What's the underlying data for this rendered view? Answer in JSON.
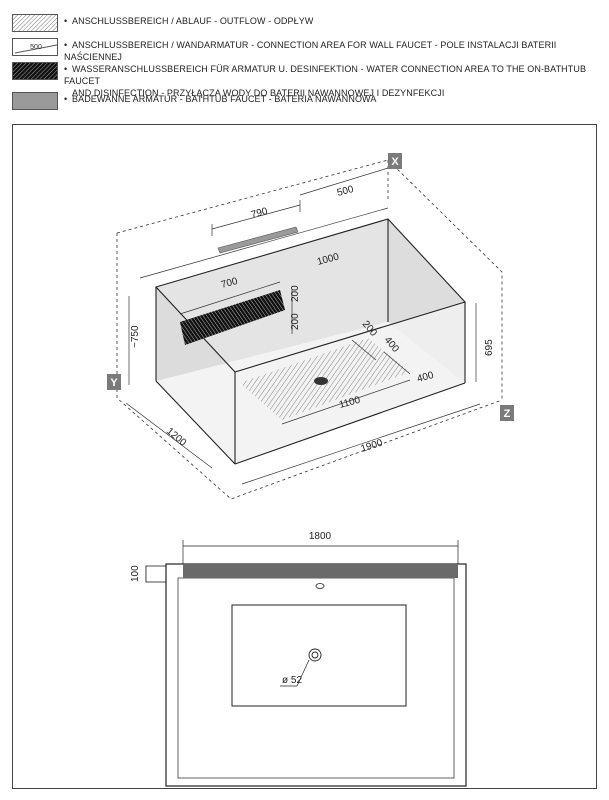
{
  "legend": [
    {
      "text": "ANSCHLUSSBEREICH / ABLAUF - OUTFLOW - ODPŁYW",
      "swatch": "hatch-light"
    },
    {
      "text": "ANSCHLUSSBEREICH / WANDARMATUR - CONNECTION AREA FOR WALL FAUCET - POLE INSTALACJI BATERII NAŚCIENNEJ",
      "swatch": "wall-500",
      "swatch_label": "500"
    },
    {
      "text": "WASSERANSCHLUSSBEREICH FÜR ARMATUR U. DESINFEKTION - WATER CONNECTION AREA TO THE ON-BATHTUB FAUCET",
      "text2": "AND DISINFECTION - PRZYŁĄCZA WODY DO BATERII NAWANNOWEJ I DEZYNFEKCJI",
      "swatch": "hatch-dark"
    },
    {
      "text": "BADEWANNE ARMATUR  - BATHTUB FAUCET - BATERIA  NAWANNOWA",
      "swatch": "grey"
    }
  ],
  "iso": {
    "axis_x": "X",
    "axis_y": "Y",
    "axis_z": "Z",
    "dim_500": "500",
    "dim_790": "790",
    "dim_1000": "1000",
    "dim_700": "700",
    "dim_200a": "200",
    "dim_200b": "200",
    "dim_200c": "200",
    "dim_400a": "400",
    "dim_400b": "400",
    "dim_1100": "1100",
    "dim_750": "~750",
    "dim_695": "695",
    "dim_1200": "1200",
    "dim_1900": "1900"
  },
  "plan": {
    "dim_1800": "1800",
    "dim_100": "100",
    "drain_label": "ø 52"
  },
  "colors": {
    "line": "#222222",
    "panel": "#e6e6e6",
    "faucet": "#8c8c8c",
    "axis_tag": "#7a7a7a"
  }
}
